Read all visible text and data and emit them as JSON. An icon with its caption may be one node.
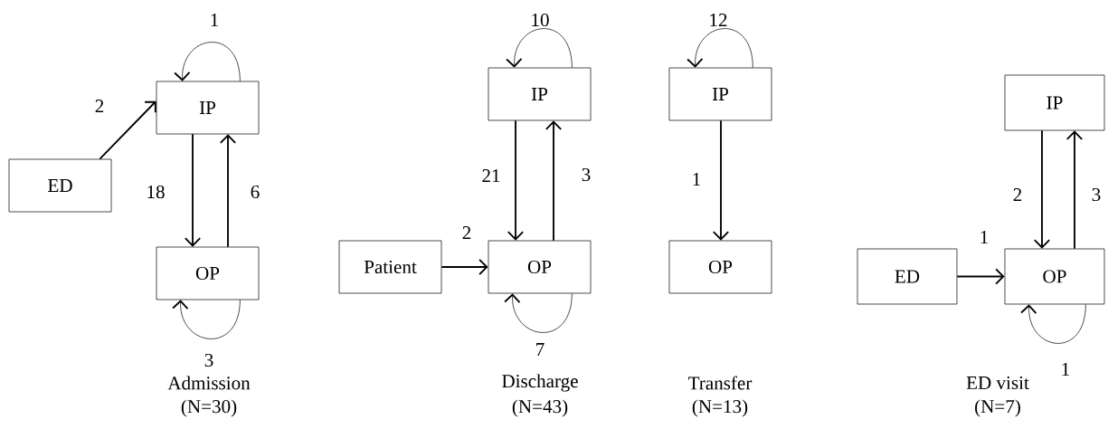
{
  "diagram": {
    "nodes": [
      {
        "text": [
          "ED"
        ]
      },
      {
        "text": [
          "IP"
        ]
      },
      {
        "text": [
          "OP"
        ]
      },
      {
        "text": [
          "IP"
        ]
      },
      {
        "text": [
          "Patient"
        ]
      },
      {
        "text": [
          "OP"
        ]
      },
      {
        "text": [
          "IP"
        ]
      },
      {
        "text": [
          "OP"
        ]
      },
      {
        "text": [
          "IP"
        ]
      },
      {
        "text": [
          "ED"
        ]
      },
      {
        "text": [
          "OP"
        ]
      }
    ],
    "edges": [
      {
        "from": 1,
        "to": 1,
        "arrow": "to",
        "label": "1"
      },
      {
        "from": 0,
        "to": 1,
        "arrow": "to",
        "label": "2"
      },
      {
        "from": 1,
        "to": 2,
        "arrow": "to",
        "label": "18"
      },
      {
        "from": 2,
        "to": 1,
        "arrow": "to",
        "label": "6"
      },
      {
        "from": 2,
        "to": 2,
        "arrow": "to",
        "label": "3"
      },
      {
        "from": 3,
        "to": 3,
        "arrow": "to",
        "label": "10"
      },
      {
        "from": 3,
        "to": 5,
        "arrow": "to",
        "label": "21"
      },
      {
        "from": 5,
        "to": 3,
        "arrow": "to",
        "label": "3"
      },
      {
        "from": 4,
        "to": 5,
        "arrow": "to",
        "label": "2"
      },
      {
        "from": 5,
        "to": 5,
        "arrow": "to",
        "label": "7"
      },
      {
        "from": 6,
        "to": 6,
        "arrow": "to",
        "label": "12"
      },
      {
        "from": 6,
        "to": 7,
        "arrow": "to",
        "label": "1"
      },
      {
        "from": 8,
        "to": 10,
        "arrow": "to",
        "label": "2"
      },
      {
        "from": 10,
        "to": 8,
        "arrow": "to",
        "label": "3"
      },
      {
        "from": 9,
        "to": 10,
        "arrow": "to",
        "label": "1"
      },
      {
        "from": 10,
        "to": 10,
        "arrow": "to",
        "label": "1"
      }
    ],
    "labels": [
      "Admission",
      "(N=30)",
      "Discharge",
      "(N=43)",
      "Transfer",
      "(N=13)",
      "ED visit",
      "(N=7)"
    ]
  }
}
